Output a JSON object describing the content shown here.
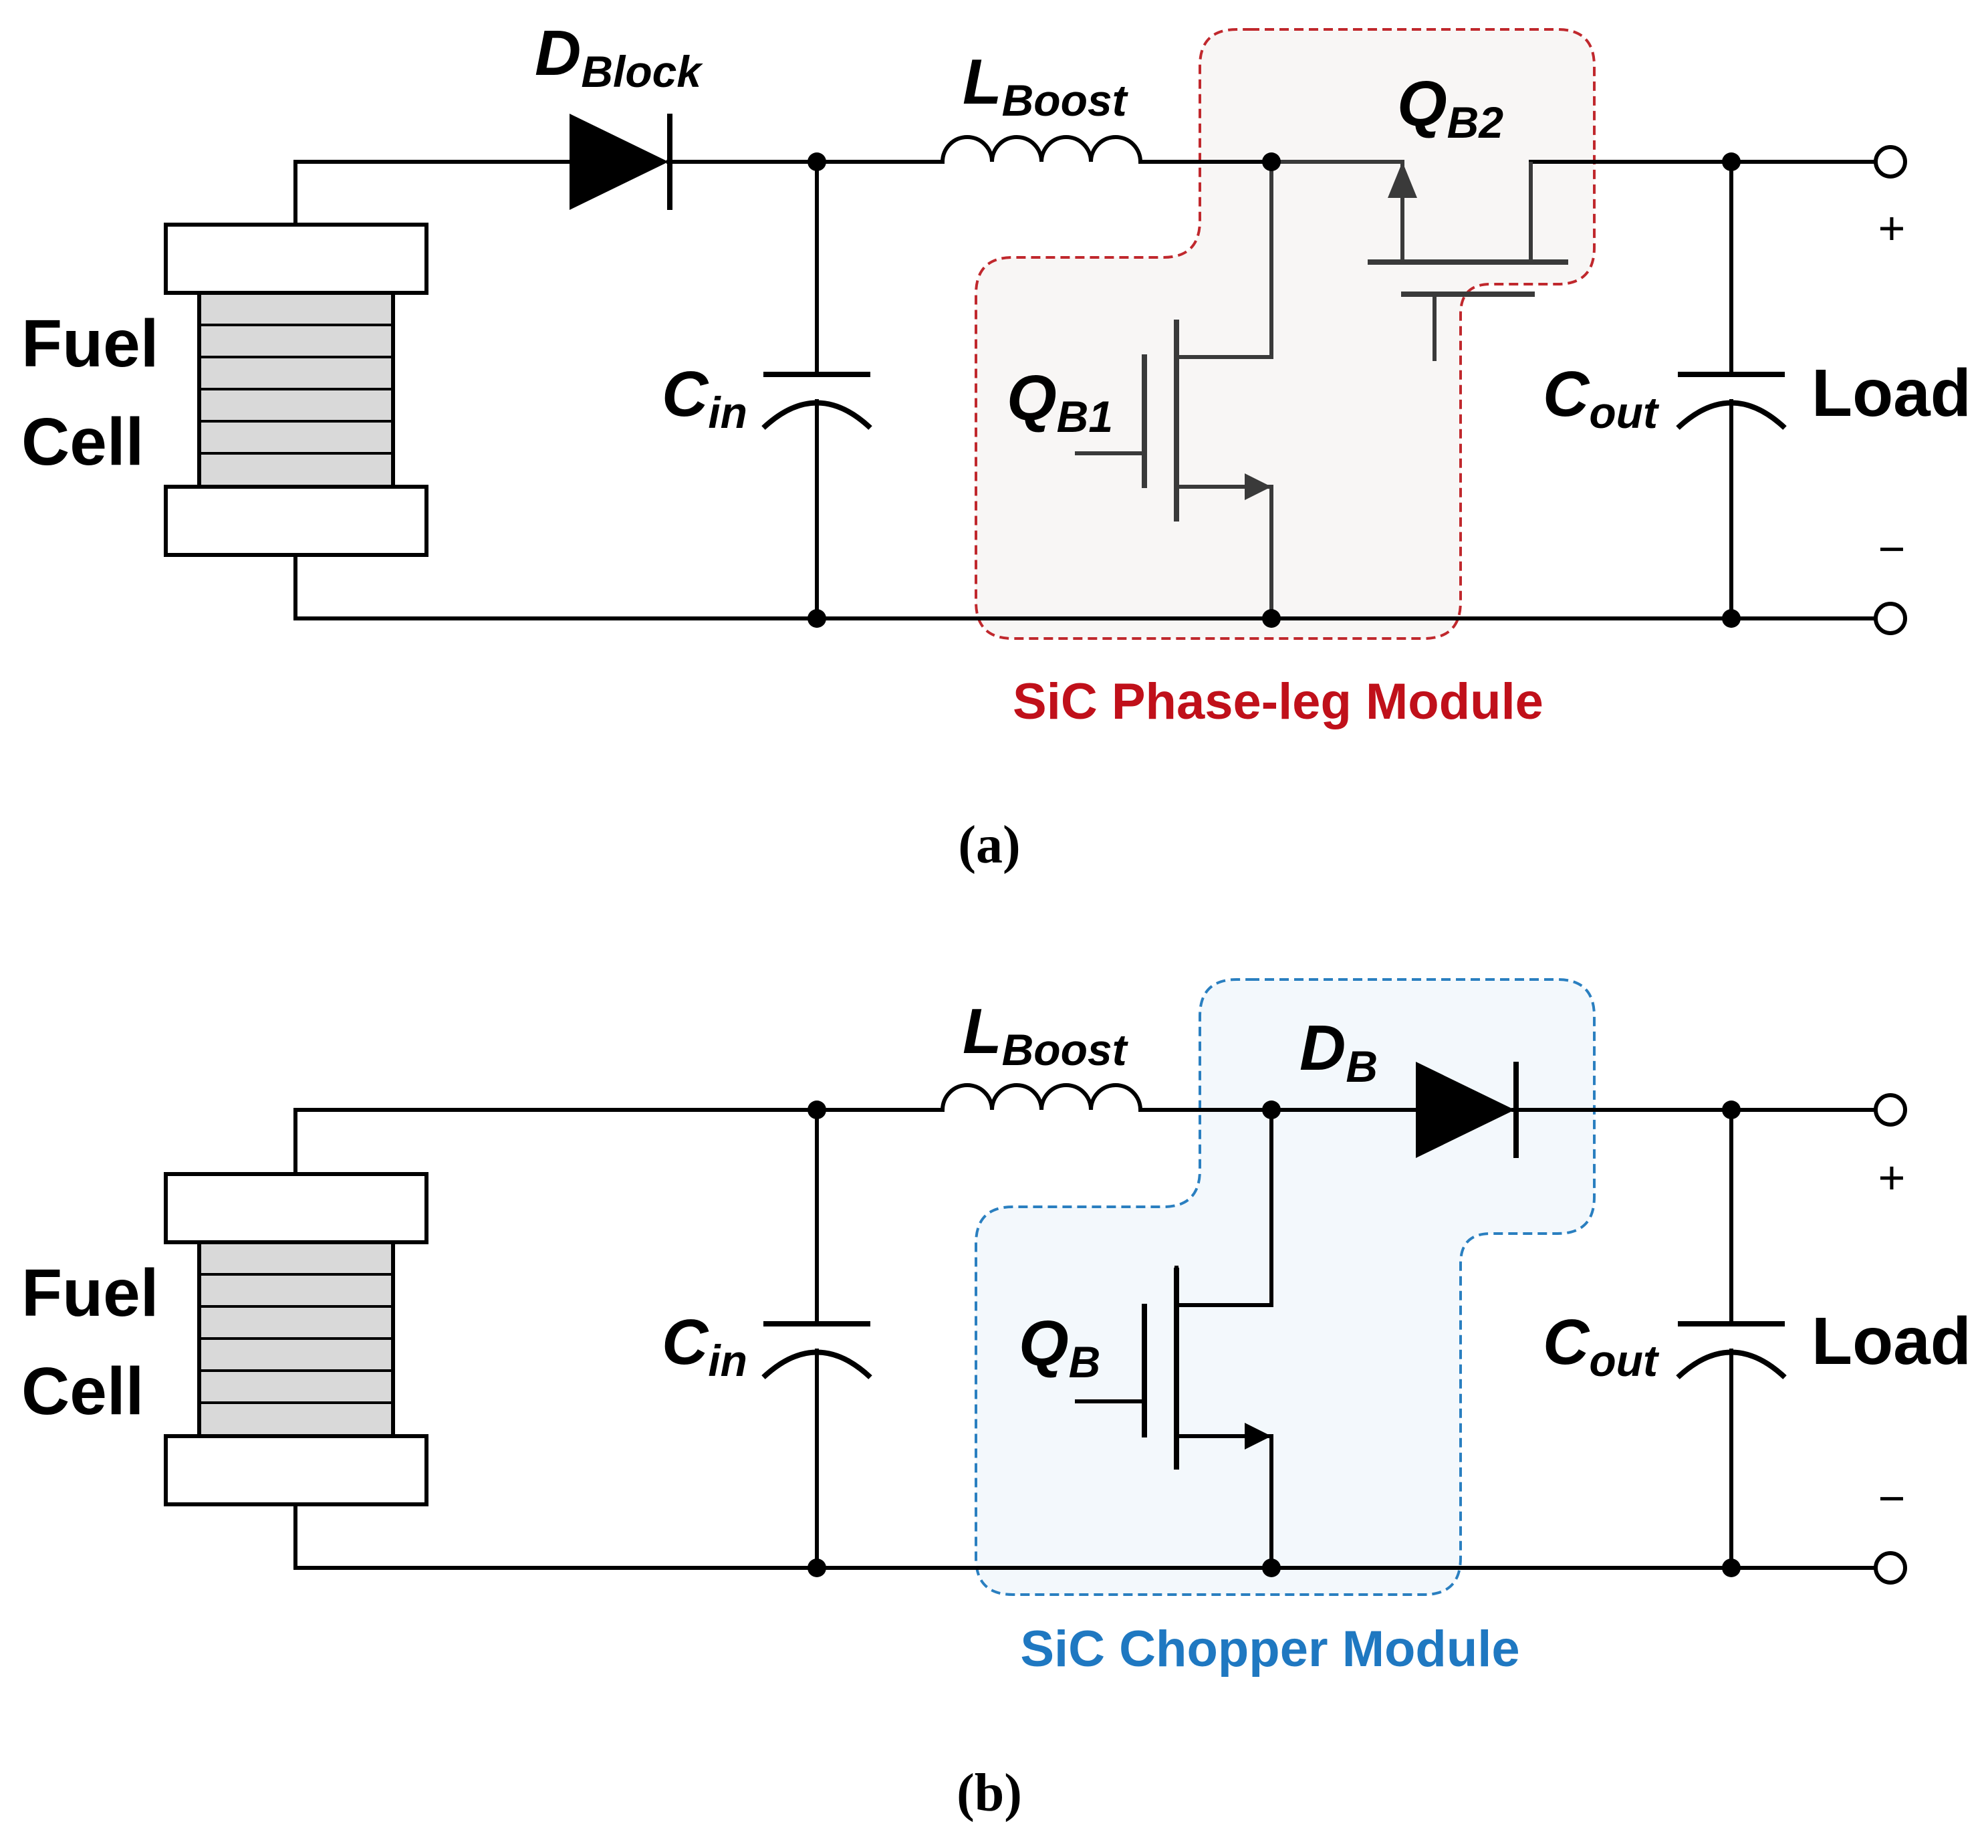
{
  "colors": {
    "wire": "#000000",
    "module_a_border": "#c0282d",
    "module_a_fill": "#f8f6f5",
    "module_a_text": "#c0101a",
    "module_b_border": "#2a7fc0",
    "module_b_fill": "#f3f8fc",
    "module_b_text": "#1f78c1",
    "stack_fill": "#d9d9d9"
  },
  "diagram_a": {
    "source_line1": "Fuel",
    "source_line2": "Cell",
    "d_block_main": "D",
    "d_block_sub": "Block",
    "l_boost_main": "L",
    "l_boost_sub": "Boost",
    "c_in_main": "C",
    "c_in_sub": "in",
    "qb1_main": "Q",
    "qb1_sub": "B1",
    "qb2_main": "Q",
    "qb2_sub": "B2",
    "c_out_main": "C",
    "c_out_sub": "out",
    "load": "Load",
    "plus": "+",
    "minus": "−",
    "module_label": "SiC Phase-leg Module",
    "caption": "(a)"
  },
  "diagram_b": {
    "source_line1": "Fuel",
    "source_line2": "Cell",
    "l_boost_main": "L",
    "l_boost_sub": "Boost",
    "c_in_main": "C",
    "c_in_sub": "in",
    "qb_main": "Q",
    "qb_sub": "B",
    "db_main": "D",
    "db_sub": "B",
    "c_out_main": "C",
    "c_out_sub": "out",
    "load": "Load",
    "plus": "+",
    "minus": "−",
    "module_label": "SiC Chopper Module",
    "caption": "(b)"
  }
}
